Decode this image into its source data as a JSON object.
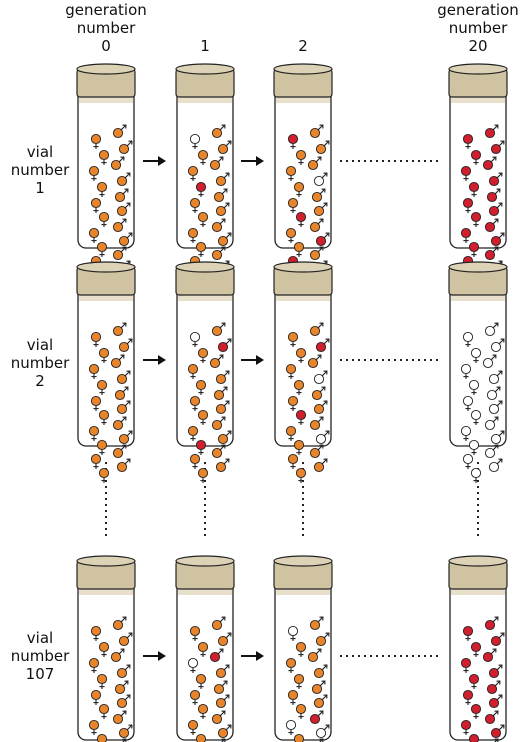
{
  "header": {
    "generation_label": [
      "generation",
      "number"
    ],
    "generations": [
      "0",
      "1",
      "2",
      "20"
    ]
  },
  "rows": [
    {
      "label": [
        "vial",
        "number",
        "1"
      ]
    },
    {
      "label": [
        "vial",
        "number",
        "2"
      ]
    },
    {
      "label": [
        "vial",
        "number",
        "107"
      ]
    }
  ],
  "colors": {
    "orange_allele": "#e8852b",
    "red_allele": "#d11f2e",
    "white_allele": "#ffffff",
    "cap": "#cfc3a2",
    "cap_band": "#e9e0cc"
  },
  "icons": {
    "male": "male-symbol-icon",
    "female": "female-symbol-icon",
    "arrow": "right-arrow-icon"
  },
  "vials": [
    {
      "row": 0,
      "gen": 0,
      "flies": "oooooooooooooooooooo"
    },
    {
      "row": 0,
      "gen": 1,
      "flies": "wooooorooooooooooooo"
    },
    {
      "row": 0,
      "gen": 2,
      "flies": "roooooowooroooorrooo"
    },
    {
      "row": 0,
      "gen": 3,
      "flies": "rrrrrrrrrrrrrrrrrrrr"
    },
    {
      "row": 1,
      "gen": 0,
      "flies": "oooooooooooooooooooo"
    },
    {
      "row": 1,
      "gen": 1,
      "flies": "wooroooooooooorooooo"
    },
    {
      "row": 1,
      "gen": 2,
      "flies": "ooorooowooroooowoooo"
    },
    {
      "row": 1,
      "gen": 3,
      "flies": "wwwwwwwwwwwwwwwwwwww"
    },
    {
      "row": 2,
      "gen": 0,
      "flies": "oooooooooooooooooooo"
    },
    {
      "row": 2,
      "gen": 1,
      "flies": "oooowroooooooooowooo"
    },
    {
      "row": 2,
      "gen": 2,
      "flies": "wooooooooooowroworoo"
    },
    {
      "row": 2,
      "gen": 3,
      "flies": "rrrrrrrrrrrrrrrrrrrr"
    }
  ]
}
